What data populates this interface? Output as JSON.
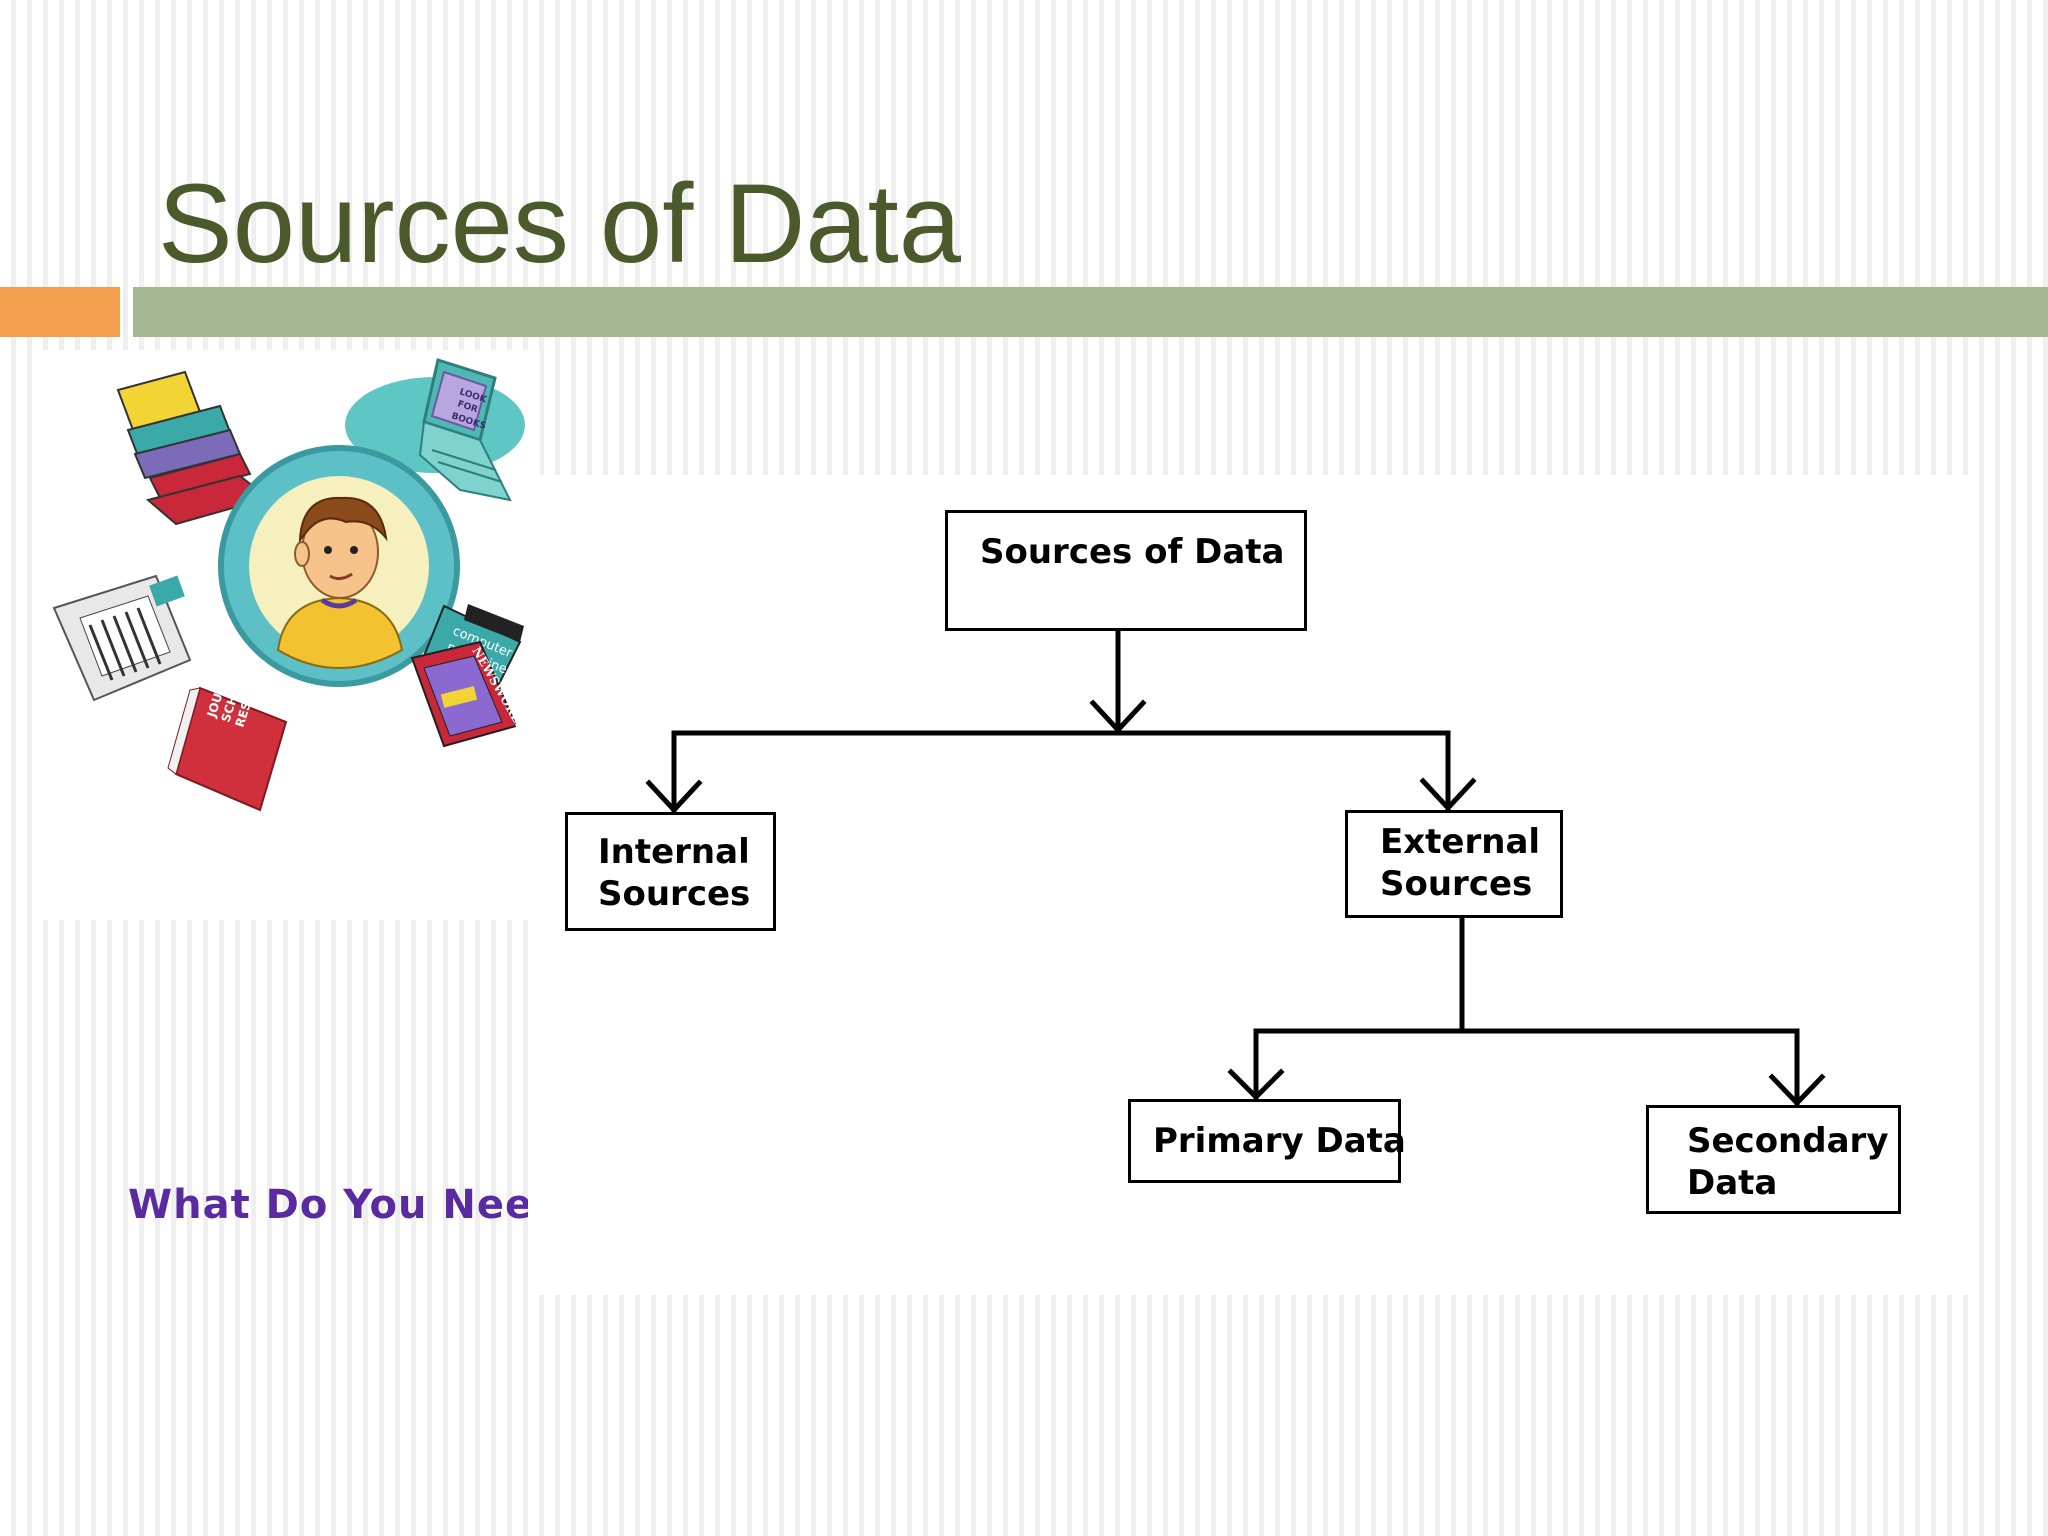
{
  "slide": {
    "title": "Sources of Data",
    "colors": {
      "title": "#4b5a2a",
      "accent_orange": "#f3a04e",
      "accent_green": "#a4b692",
      "caption": "#5a2aa0"
    }
  },
  "clipart": {
    "caption": "What Do You Need?",
    "icons": [
      "books-icon",
      "computer-icon",
      "student-avatar-icon",
      "newspaper-icon",
      "journal-icon",
      "magazines-icon"
    ],
    "labels": {
      "computer_screen": "LOOK FOR BOOKS",
      "journal": "JOURNAL of SCHOLARLY RESEARCH",
      "magazine_top": "computer magazine",
      "magazine_cover": "NEWSWORLD"
    }
  },
  "diagram": {
    "root": {
      "line1": "Sources of Data"
    },
    "internal": {
      "line1": "Internal",
      "line2": "Sources"
    },
    "external": {
      "line1": "External",
      "line2": "Sources"
    },
    "primary": {
      "line1": "Primary Data"
    },
    "secondary": {
      "line1": "Secondary",
      "line2": "Data"
    }
  }
}
